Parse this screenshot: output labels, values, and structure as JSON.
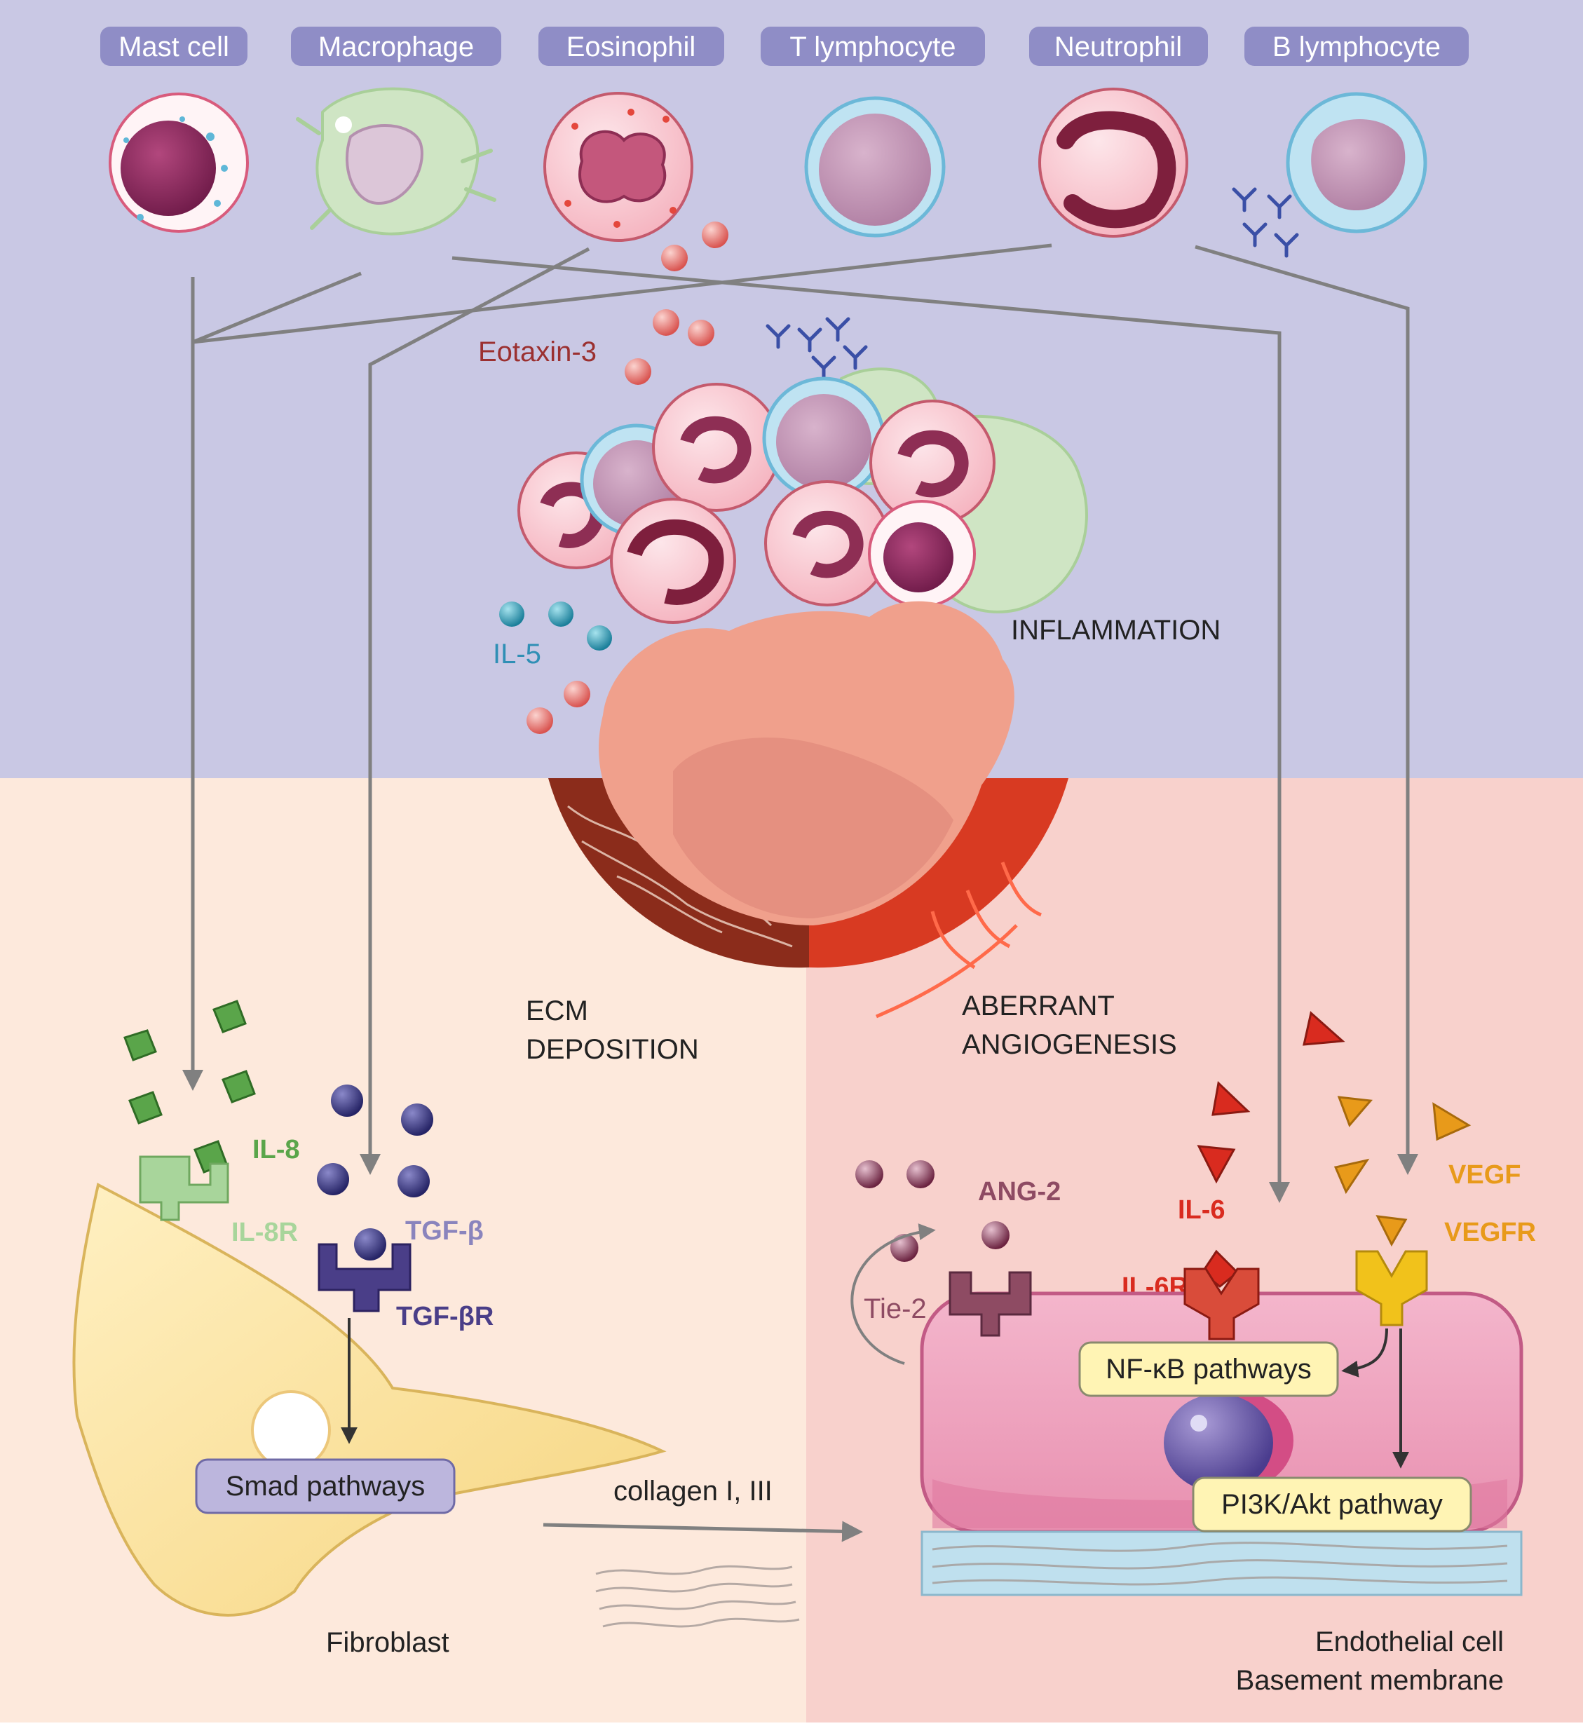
{
  "cell_labels": [
    "Mast cell",
    "Macrophage",
    "Eosinophil",
    "T lymphocyte",
    "Neutrophil",
    "B lymphocyte"
  ],
  "mediators": {
    "eotaxin": "Eotaxin-3",
    "il5": "IL-5"
  },
  "processes": {
    "inflammation": "INFLAMMATION",
    "ecm_line1": "ECM",
    "ecm_line2": "DEPOSITION",
    "angio_line1": "ABERRANT",
    "angio_line2": "ANGIOGENESIS"
  },
  "ligands": {
    "il8": "IL-8",
    "il8r": "IL-8R",
    "tgfb": "TGF-β",
    "tgfbr": "TGF-βR",
    "ang2": "ANG-2",
    "tie2": "Tie-2",
    "il6": "IL-6",
    "il6r": "IL-6R",
    "vegf": "VEGF",
    "vegfr": "VEGFR"
  },
  "pathways": {
    "smad": "Smad pathways",
    "nfkb": "NF-κB pathways",
    "pi3k": "PI3K/Akt pathway"
  },
  "bottom_labels": {
    "collagen": "collagen I, III",
    "fibroblast": "Fibroblast",
    "endothelial": "Endothelial cell",
    "basement": "Basement membrane"
  },
  "colors": {
    "top_bg": "#c9c8e4",
    "ecm_bg": "#fde9dc",
    "angio_bg": "#f8d1cc",
    "pill": "#8f8dc6",
    "arrow": "#808080",
    "il8": "#5aa54a",
    "il8r": "#a8d59b",
    "tgfb": "#8a84bd",
    "tgfbr": "#4a3e88",
    "ang2": "#8e4b63",
    "il6": "#d92b1f",
    "vegf": "#e89a1a",
    "eotaxin": "#9b3030",
    "il5": "#2f8fb5"
  }
}
